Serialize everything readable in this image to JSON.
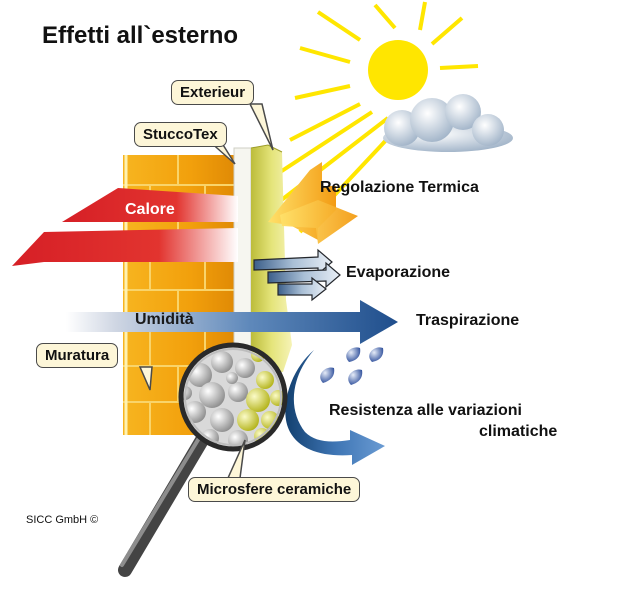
{
  "title": "Effetti all`esterno",
  "callouts": {
    "exterieur": "Exterieur",
    "stuccotex": "StuccoTex",
    "muratura": "Muratura",
    "microsfere": "Microsfere ceramiche"
  },
  "arrow_labels": {
    "calore": "Calore",
    "umidita": "Umidità"
  },
  "effects": {
    "regolazione": "Regolazione Termica",
    "evaporazione": "Evaporazione",
    "traspirazione": "Traspirazione",
    "resistenza_line1": "Resistenza alle variazioni",
    "resistenza_line2": "climatiche"
  },
  "copyright": "SICC GmbH ©",
  "colors": {
    "sun": "#ffe600",
    "brick": "#f2a20c",
    "heat_arrow": "#d61f26",
    "moisture_arrow": "#1f4e8c",
    "regulation_arrow": "#f5a21a",
    "plaster": "#dcdc68",
    "callout_fill": "#fdf6d8"
  }
}
